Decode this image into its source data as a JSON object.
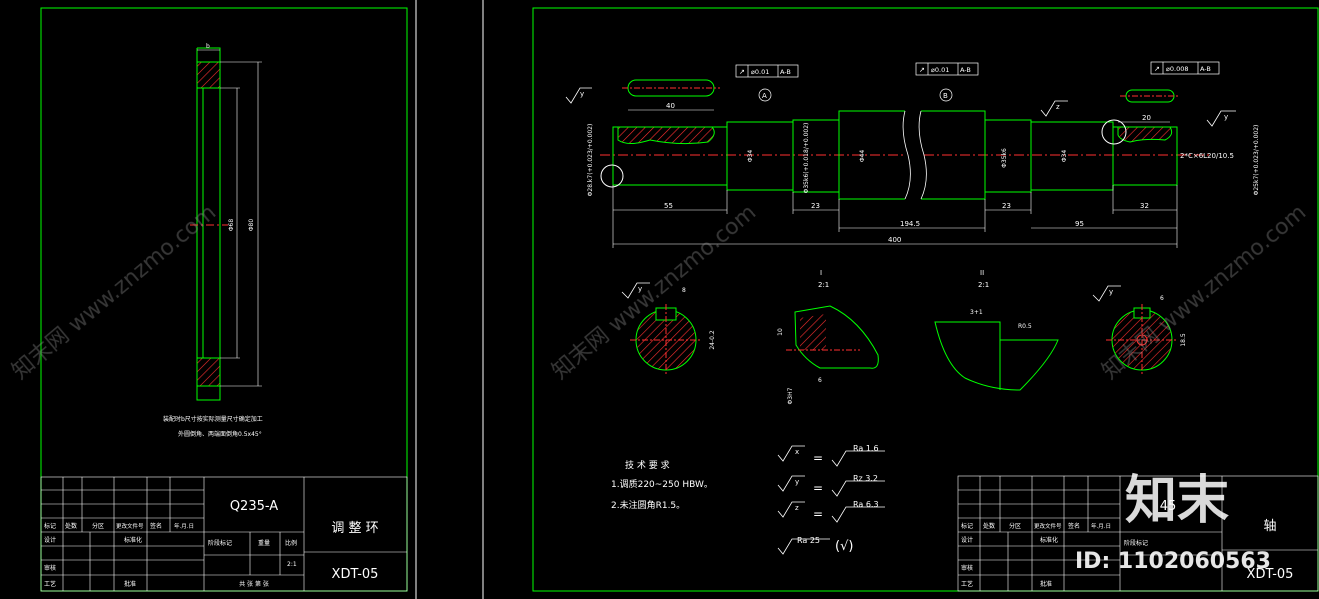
{
  "colors": {
    "background": "#000000",
    "frame": "#00ff00",
    "line": "#ffffff",
    "centerline": "#ff0000",
    "section_hatch": "#ff3030",
    "watermark": "#9a9a9a"
  },
  "watermark": {
    "site_text": "知末网 www.znzmo.com",
    "logo_text": "知末",
    "id_text": "ID: 1102060563"
  },
  "sheet1": {
    "dims": {
      "width_b": "b",
      "dia_inner": "Φ68",
      "dia_outer": "Φ80"
    },
    "note_line1": "装配时b尺寸按实际测量尺寸确定加工",
    "note_line2": "外圆倒角、两端面倒角0.5x45°",
    "title_block": {
      "material": "Q235-A",
      "part_name": "调 整 环",
      "drawing_no": "XDT-05",
      "scale": "2:1",
      "sheet_info": "共 张 第 张",
      "labels": {
        "mark": "标记",
        "count": "处数",
        "zone": "分区",
        "change_doc": "更改文件号",
        "signature": "签名",
        "date": "年.月.日",
        "design": "设计",
        "standardize": "标准化",
        "review": "审核",
        "process": "工艺",
        "approve": "批准",
        "stage_mark": "阶段标记",
        "weight": "重量",
        "scale_label": "比例"
      }
    }
  },
  "sheet2": {
    "tolerances": [
      {
        "symbol": "↗",
        "value": "⌀0.01",
        "datum": "A-B"
      },
      {
        "symbol": "↗",
        "value": "⌀0.01",
        "datum": "A-B"
      },
      {
        "symbol": "↗",
        "value": "⌀0.008",
        "datum": "A-B"
      }
    ],
    "datums": [
      "A",
      "B"
    ],
    "dims": {
      "d1": "Φ28.k7(+0.023/+0.002)",
      "d2": "Φ34",
      "d3": "Φ35k6(+0.018/+0.002)",
      "d4": "Φ44",
      "d5": "Φ35k6",
      "d6": "Φ34",
      "d7": "Φ25k7(+0.023/+0.002)",
      "thread": "2*C×6L20/10.5",
      "key1": "40",
      "key2": "20",
      "len1": "55",
      "len2": "23",
      "len3": "194.5",
      "len4": "23",
      "len5": "95",
      "len6": "32",
      "total": "400",
      "chamfer": "2"
    },
    "labels": {
      "detail1": "I",
      "detail2": "II",
      "scale1": "2:1",
      "scale2": "2:1",
      "roughness_x": "x",
      "roughness_y": "y",
      "roughness_z": "z"
    },
    "section_dims": {
      "s1_key": "8",
      "s1_depth": "24-0.2",
      "s2_key": "6",
      "s2_depth": "18.5",
      "d1_h": "10",
      "d1_w": "6",
      "d1_dia": "Φ3H7",
      "d2_r": "R0.5",
      "d2_w": "3+1"
    },
    "tech_req": {
      "title": "技 术 要 求",
      "item1": "1.调质220~250 HBW。",
      "item2": "2.未注圆角R1.5。"
    },
    "roughness_table": [
      {
        "key": "x",
        "value": "Ra 1.6"
      },
      {
        "key": "y",
        "value": "Rz 3.2"
      },
      {
        "key": "z",
        "value": "Ra 6.3"
      },
      {
        "key": "rest",
        "value": "Ra 25"
      }
    ],
    "eq": "=",
    "check": "(√)",
    "title_block": {
      "part_name": "轴",
      "drawing_no": "XDT-05",
      "material": "45",
      "labels": {
        "mark": "标记",
        "count": "处数",
        "zone": "分区",
        "change_doc": "更改文件号",
        "signature": "签名",
        "date": "年.月.日",
        "design": "设计",
        "standardize": "标准化",
        "review": "审核",
        "process": "工艺",
        "approve": "批准",
        "stage_mark": "阶段标记"
      }
    }
  }
}
